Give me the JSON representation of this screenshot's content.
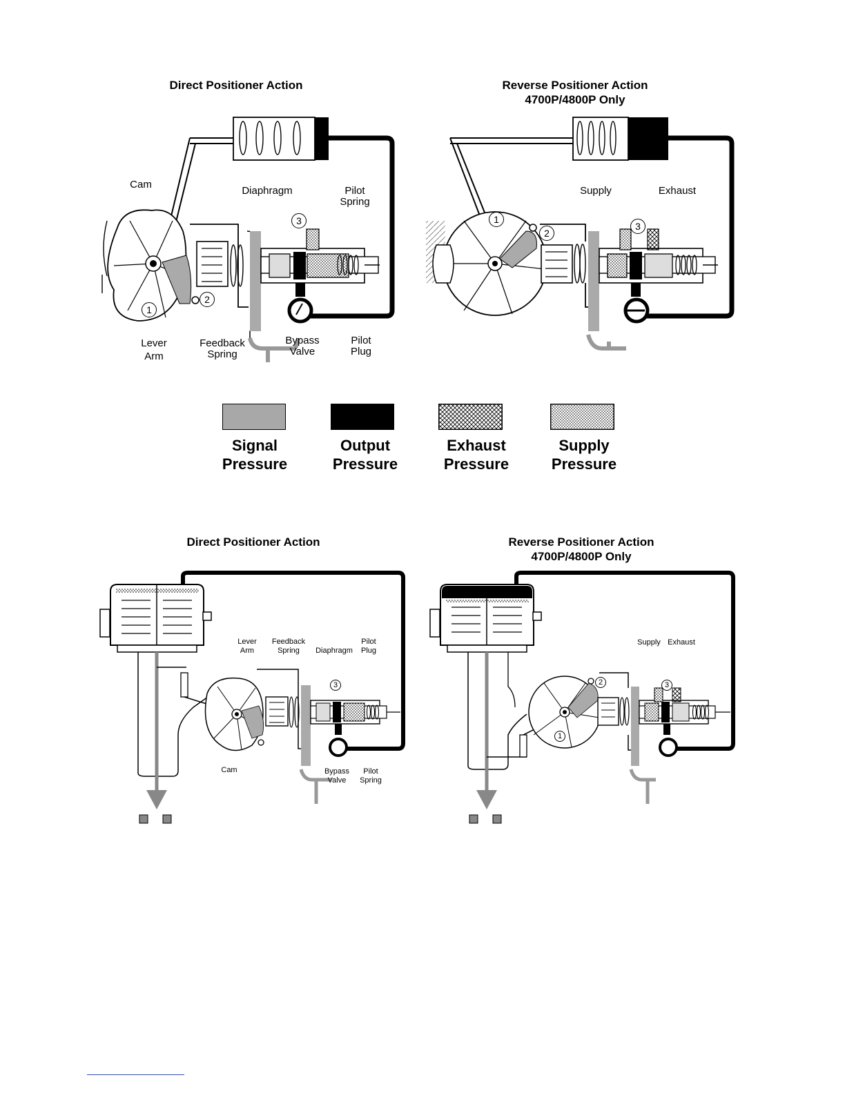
{
  "upper": {
    "direct": {
      "title": "Direct Positioner Action",
      "labels": {
        "cam": "Cam",
        "diaphragm": "Diaphragm",
        "pilot_spring_1": "Pilot",
        "pilot_spring_2": "Spring",
        "lever_arm_1": "Lever",
        "lever_arm_2": "Arm",
        "feedback_spring_1": "Feedback",
        "feedback_spring_2": "Spring",
        "bypass_valve_1": "Bypass",
        "bypass_valve_2": "Valve",
        "pilot_plug_1": "Pilot",
        "pilot_plug_2": "Plug"
      },
      "markers": [
        "1",
        "2",
        "3"
      ]
    },
    "reverse": {
      "title_1": "Reverse Positioner Action",
      "title_2": "4700P/4800P Only",
      "labels": {
        "supply": "Supply",
        "exhaust": "Exhaust"
      },
      "markers": [
        "1",
        "2",
        "3"
      ]
    }
  },
  "legend": [
    {
      "line1": "Signal",
      "line2": "Pressure",
      "pattern": "signal",
      "color": "#a8a8a8"
    },
    {
      "line1": "Output",
      "line2": "Pressure",
      "pattern": "output",
      "color": "#000000"
    },
    {
      "line1": "Exhaust",
      "line2": "Pressure",
      "pattern": "exhaust",
      "color": "#ffffff"
    },
    {
      "line1": "Supply",
      "line2": "Pressure",
      "pattern": "supply",
      "color": "#ffffff"
    }
  ],
  "lower": {
    "direct": {
      "title": "Direct Positioner Action",
      "labels": {
        "lever_arm_1": "Lever",
        "lever_arm_2": "Arm",
        "feedback_spring_1": "Feedback",
        "feedback_spring_2": "Spring",
        "diaphragm": "Diaphragm",
        "pilot_plug_1": "Pilot",
        "pilot_plug_2": "Plug",
        "cam": "Cam",
        "bypass_valve_1": "Bypass",
        "bypass_valve_2": "Valve",
        "pilot_spring_1": "Pilot",
        "pilot_spring_2": "Spring"
      },
      "markers": [
        "3"
      ]
    },
    "reverse": {
      "title_1": "Reverse Positioner Action",
      "title_2": "4700P/4800P Only",
      "labels": {
        "supply": "Supply",
        "exhaust": "Exhaust"
      },
      "markers": [
        "1",
        "2",
        "3"
      ]
    }
  }
}
